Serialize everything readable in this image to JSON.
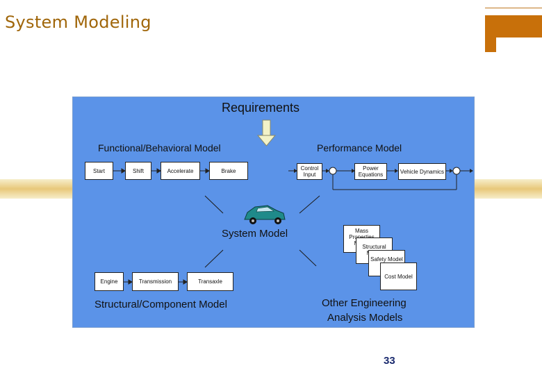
{
  "slide": {
    "title": "System Modeling",
    "page_number": "33"
  },
  "diagram": {
    "requirements": "Requirements",
    "functional": {
      "title": "Functional/Behavioral Model",
      "boxes": [
        "Start",
        "Shift",
        "Accelerate",
        "Brake"
      ]
    },
    "performance": {
      "title": "Performance Model",
      "boxes": [
        "Control Input",
        "Power Equations",
        "Vehicle Dynamics"
      ]
    },
    "system": {
      "title": "System Model"
    },
    "structural": {
      "title": "Structural/Component Model",
      "boxes": [
        "Engine",
        "Transmission",
        "Transaxle"
      ]
    },
    "other": {
      "title_line1": "Other Engineering",
      "title_line2": "Analysis Models",
      "cards": [
        "Mass Properties Model",
        "Structural Model",
        "Safety Model",
        "Cost Model"
      ]
    }
  },
  "colors": {
    "diagram_bg": "#5b93e8",
    "title": "#a0660a",
    "accent": "#c8700a",
    "page_number": "#1a2a6e"
  }
}
